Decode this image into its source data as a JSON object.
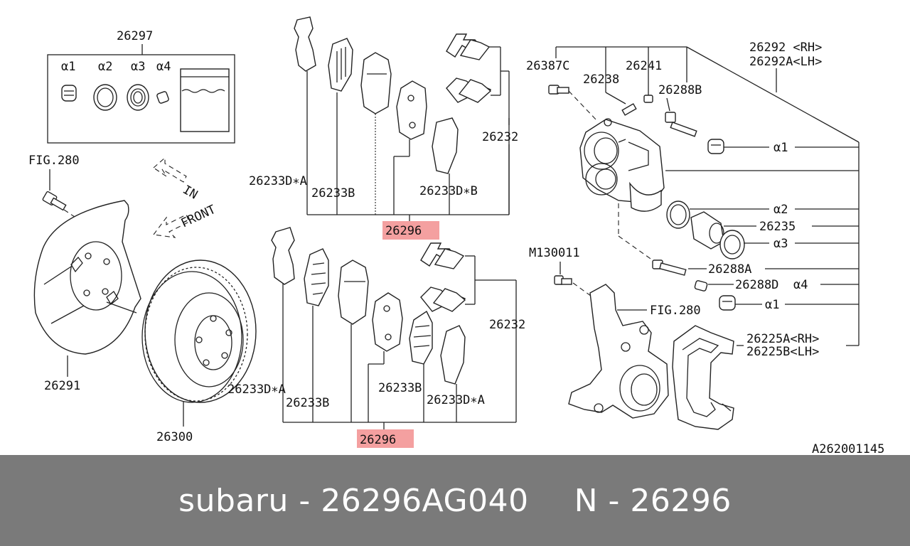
{
  "labels": {
    "kit_top": "26297",
    "a1": "α1",
    "a2": "α2",
    "a3": "α3",
    "a4": "α4",
    "fig280_left": "FIG.280",
    "in_arrow": "IN",
    "front_arrow": "FRONT",
    "shield": "26291",
    "rotor": "26300",
    "shim_top_da": "26233D∗A",
    "shim_top_b": "26233B",
    "shim_top_db": "26233D∗B",
    "clip_top": "26232",
    "pad_top": "26296",
    "shim_bot_da": "26233D∗A",
    "shim_bot_b": "26233B",
    "shim_bot_b2": "26233B",
    "shim_bot_da2": "26233D∗A",
    "clip_bot": "26232",
    "pad_bot": "26296",
    "bolt_26387c": "26387C",
    "pin_26238": "26238",
    "bleeder_26241": "26241",
    "guide_26288b": "26288B",
    "caliper_rh": "26292 <RH>",
    "caliper_lh": "26292A<LH>",
    "c_a1": "α1",
    "c_a2": "α2",
    "piston": "26235",
    "c_a3": "α3",
    "bolt_m130011": "M130011",
    "fig280_right": "FIG.280",
    "guide_26288a": "26288A",
    "boot_26288d": "26288D",
    "c_a4": "α4",
    "c_a1b": "α1",
    "support_rh": "26225A<RH>",
    "support_lh": "26225B<LH>",
    "drawing_id": "A262001145"
  },
  "colors": {
    "highlight": "#f4a0a0",
    "footer_bg": "#7a7a7a",
    "footer_text": "#ffffff"
  },
  "footer": {
    "left": "subaru - 26296AG040",
    "right": "N - 26296"
  }
}
